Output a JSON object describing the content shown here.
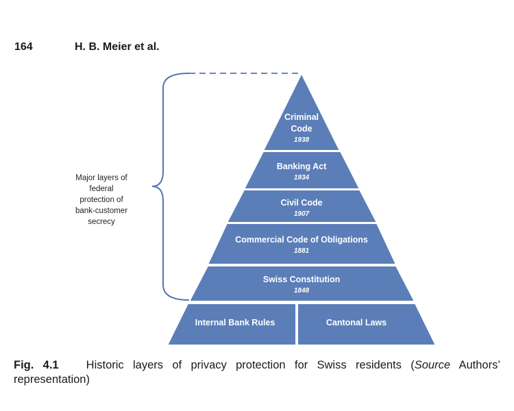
{
  "header": {
    "page_number": "164",
    "authors": "H. B. Meier et al."
  },
  "figure": {
    "brace_label_lines": [
      "Major layers of",
      "federal",
      "protection of",
      "bank-customer",
      "secrecy"
    ],
    "layers": [
      {
        "name_lines": [
          "Criminal",
          "Code"
        ],
        "year": "1938"
      },
      {
        "name_lines": [
          "Banking Act"
        ],
        "year": "1934"
      },
      {
        "name_lines": [
          "Civil Code"
        ],
        "year": "1907"
      },
      {
        "name_lines": [
          "Commercial Code of Obligations"
        ],
        "year": "1881"
      },
      {
        "name_lines": [
          "Swiss Constitution"
        ],
        "year": "1848"
      }
    ],
    "base": [
      {
        "name": "Internal Bank Rules"
      },
      {
        "name": "Cantonal Laws"
      }
    ],
    "colors": {
      "fill": "#5b7eb8",
      "border": "#ffffff",
      "brace": "#4f77ad"
    }
  },
  "caption": {
    "label": "Fig. 4.1",
    "text": "Historic layers of privacy protection for Swiss residents (",
    "source_word": "Source",
    "after": " Authors’ representation)"
  }
}
